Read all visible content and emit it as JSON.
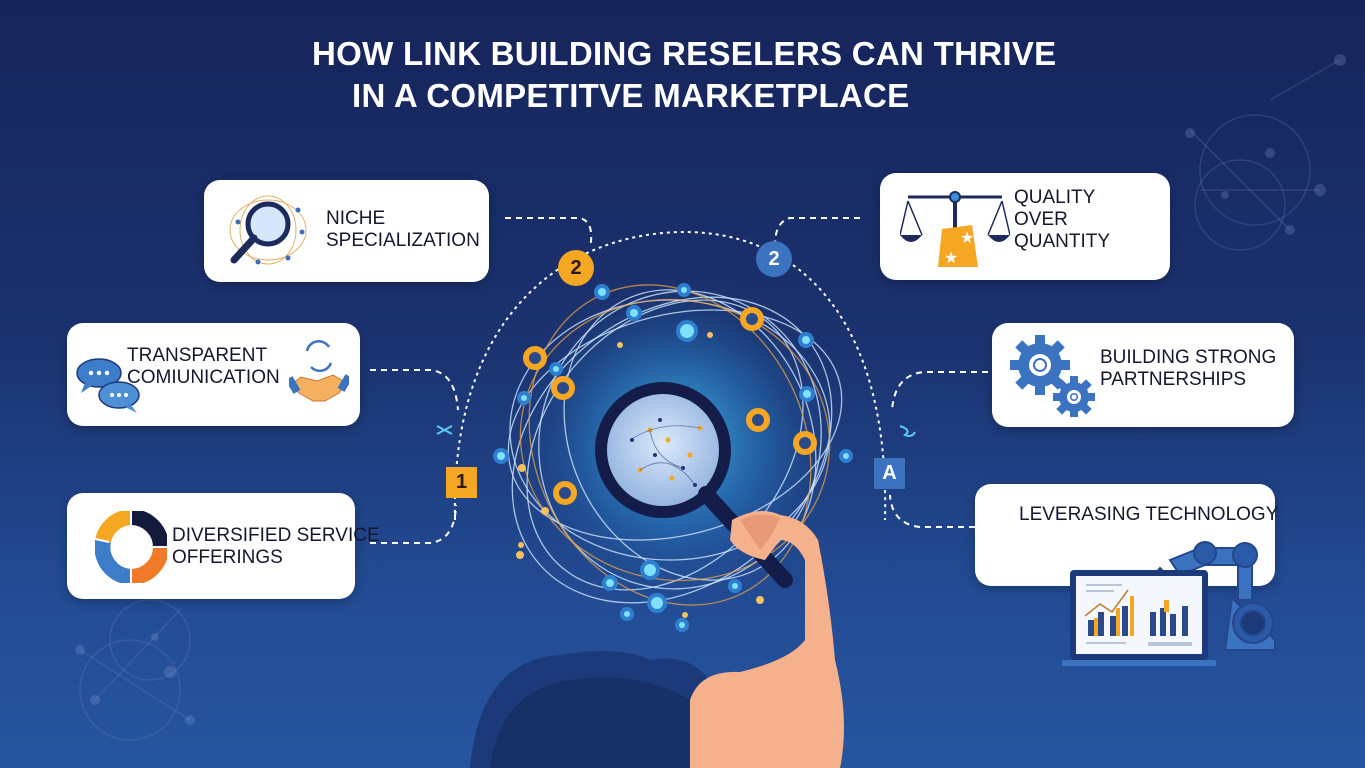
{
  "title": {
    "line1": "HOW LINK BUILDING RESELERS CAN THRIVE",
    "line2": "IN A COMPETITVE MARKETPLACE"
  },
  "cards": {
    "niche": {
      "line1": "NICHE",
      "line2": "SPECIALIZATION",
      "icon": "magnifier-network-icon"
    },
    "quality": {
      "line1": "QUALITY",
      "line2": "OVER",
      "line3": "QUANTITY",
      "icon": "balance-scale-icon"
    },
    "transparent": {
      "line1": "TRANSPARENT",
      "line2": "COMIUNICATION",
      "icon": "chat-bubbles-icon",
      "icon2": "handshake-icon"
    },
    "partnerships": {
      "line1": "BUILDING STRONG",
      "line2": "PARTNERSHIPS",
      "icon": "gears-icon"
    },
    "diversified": {
      "line1": "DIVERSIFIED SERVICE",
      "line2": "OFFERINGS",
      "icon": "donut-chart-icon"
    },
    "technology": {
      "line1": "LEVERASING TECHNOLOGY",
      "icon": "robot-arm-laptop-icon"
    }
  },
  "badges": {
    "left_top": "2",
    "right_top": "2",
    "left_mid": "1",
    "right_mid": "A"
  },
  "colors": {
    "background_top": "#16245a",
    "background_bottom": "#26559f",
    "accent_orange": "#f5a623",
    "accent_blue": "#3c73c0",
    "accent_cyan": "#5fd0f0",
    "card_bg": "#ffffff",
    "text_dark": "#14182e"
  }
}
